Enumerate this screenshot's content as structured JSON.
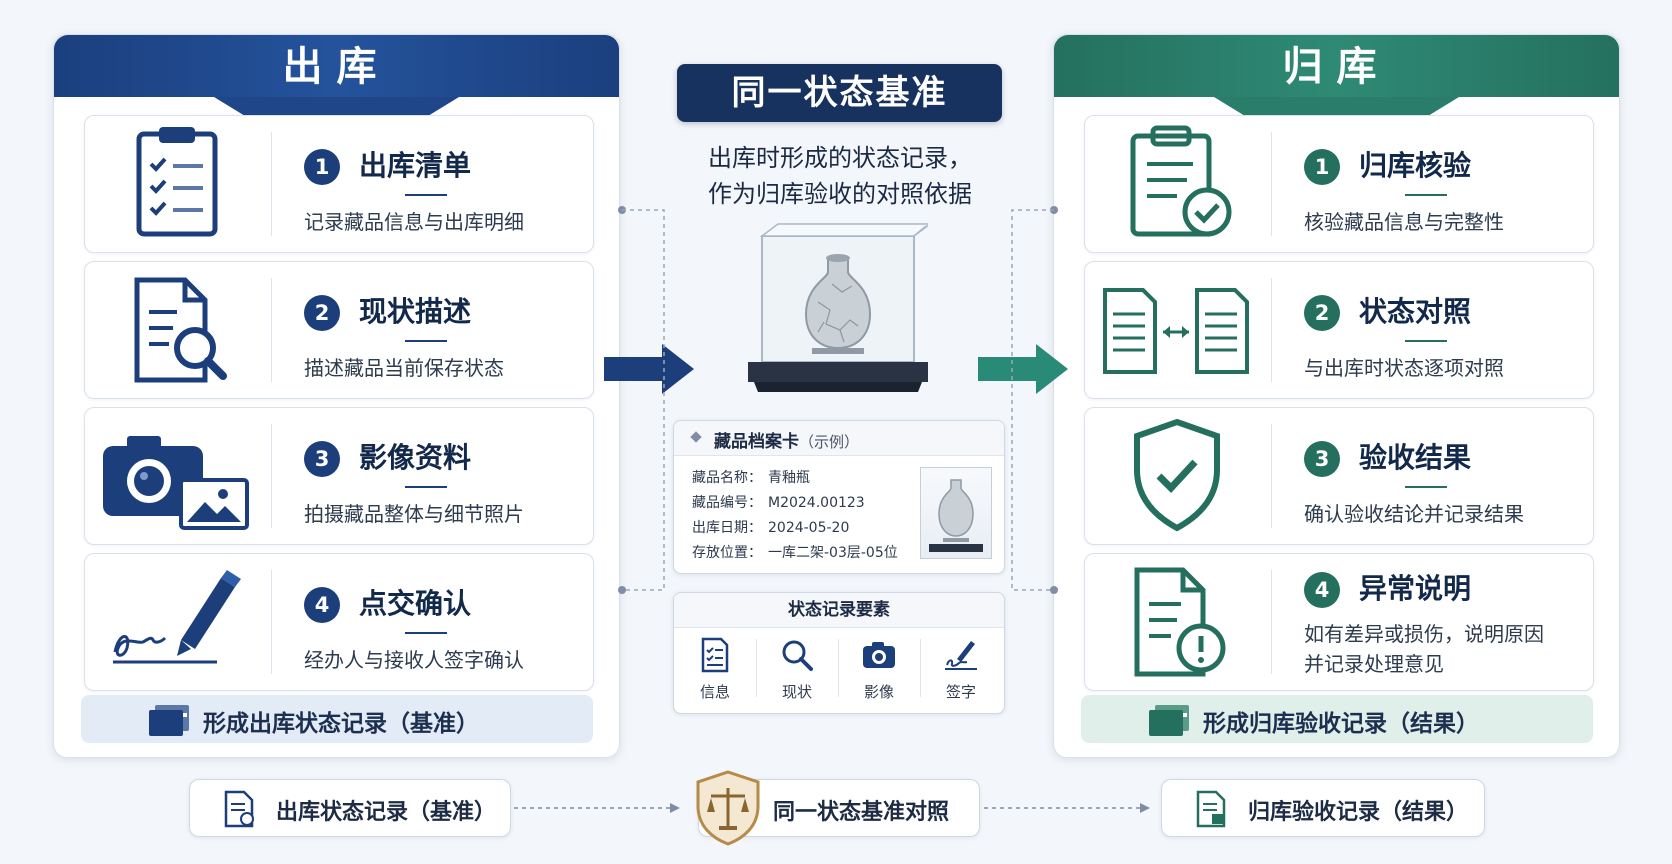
{
  "left_panel": {
    "title": "出库",
    "steps": [
      {
        "num": "1",
        "title": "出库清单",
        "desc": "记录藏品信息与出库明细",
        "icon": "clipboard-checklist-icon"
      },
      {
        "num": "2",
        "title": "现状描述",
        "desc": "描述藏品当前保存状态",
        "icon": "document-search-icon"
      },
      {
        "num": "3",
        "title": "影像资料",
        "desc": "拍摄藏品整体与细节照片",
        "icon": "camera-photo-icon"
      },
      {
        "num": "4",
        "title": "点交确认",
        "desc": "经办人与接收人签字确认",
        "icon": "pen-signature-icon"
      }
    ],
    "footer": "形成出库状态记录（基准）"
  },
  "center": {
    "title": "同一状态基准",
    "subtitle_line1": "出库时形成的状态记录，",
    "subtitle_line2": "作为归库验收的对照依据",
    "card": {
      "title": "藏品档案卡",
      "title_suffix": "（示例）",
      "rows": [
        {
          "key": "藏品名称：",
          "value": "青釉瓶"
        },
        {
          "key": "藏品编号：",
          "value": "M2024.00123"
        },
        {
          "key": "出库日期：",
          "value": "2024-05-20"
        },
        {
          "key": "存放位置：",
          "value": "一库二架-03层-05位"
        }
      ]
    },
    "elements": {
      "title": "状态记录要素",
      "items": [
        {
          "label": "信息",
          "icon": "checklist-icon"
        },
        {
          "label": "现状",
          "icon": "magnifier-icon"
        },
        {
          "label": "影像",
          "icon": "camera-icon"
        },
        {
          "label": "签字",
          "icon": "pen-icon"
        }
      ]
    }
  },
  "right_panel": {
    "title": "归库",
    "steps": [
      {
        "num": "1",
        "title": "归库核验",
        "desc": "核验藏品信息与完整性",
        "icon": "clipboard-check-icon"
      },
      {
        "num": "2",
        "title": "状态对照",
        "desc": "与出库时状态逐项对照",
        "icon": "documents-compare-icon"
      },
      {
        "num": "3",
        "title": "验收结果",
        "desc": "确认验收结论并记录结果",
        "icon": "shield-check-icon"
      },
      {
        "num": "4",
        "title": "异常说明",
        "desc": "如有差异或损伤，说明原因",
        "desc2": "并记录处理意见",
        "icon": "document-alert-icon"
      }
    ],
    "footer": "形成归库验收记录（结果）"
  },
  "bottom_flow": [
    {
      "label": "出库状态记录（基准）",
      "icon": "document-record-icon"
    },
    {
      "label": "同一状态基准对照",
      "icon": "scales-shield-icon"
    },
    {
      "label": "归库验收记录（结果）",
      "icon": "document-result-icon"
    }
  ],
  "colors": {
    "left_accent": "#1c3f7c",
    "right_accent": "#246f5d",
    "center_title_bg": "#17325f",
    "shield_gold": "#b58a4a"
  }
}
